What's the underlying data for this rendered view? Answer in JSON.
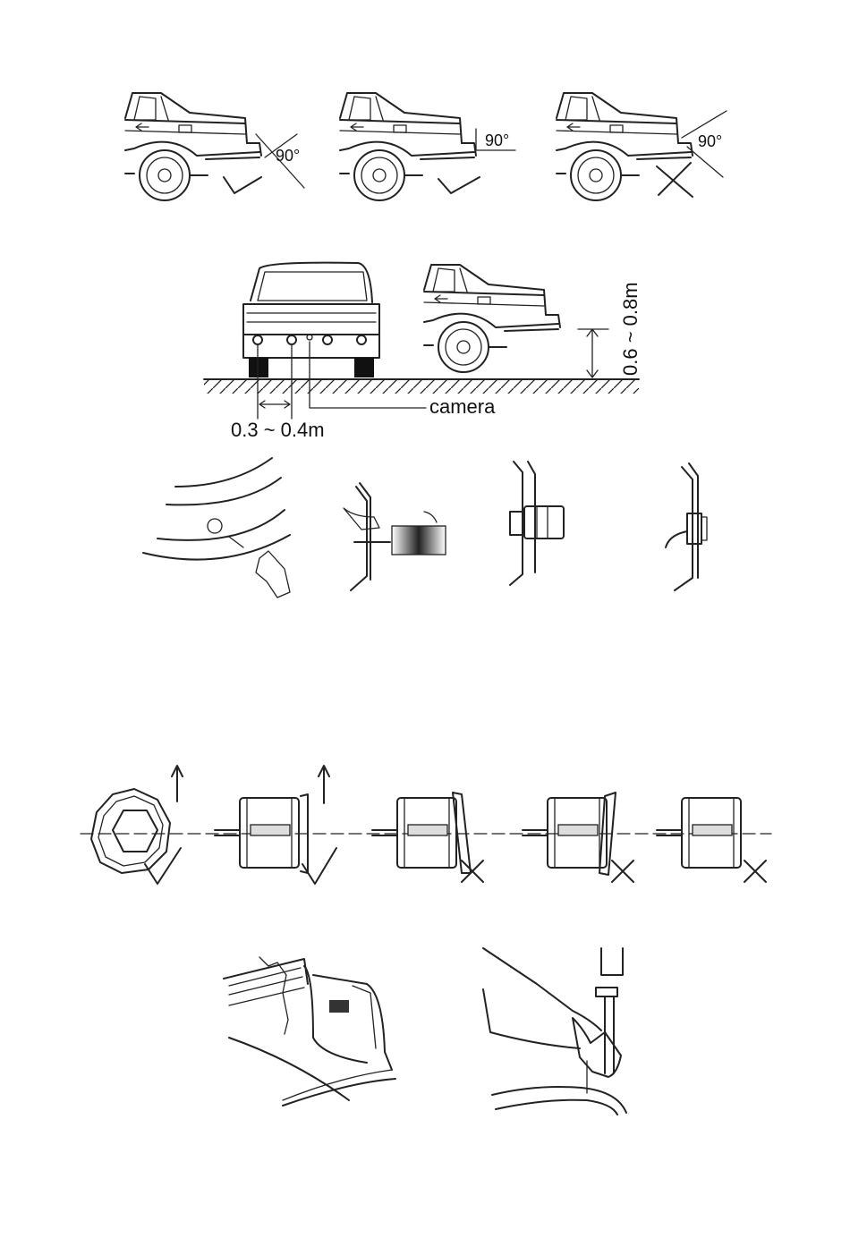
{
  "angle_panels": [
    {
      "angle_label": "90°",
      "verdict": "check"
    },
    {
      "angle_label": "90°",
      "verdict": "check"
    },
    {
      "angle_label": "90°",
      "verdict": "cross"
    }
  ],
  "placement": {
    "height_label": "0.6 ~ 0.8m",
    "spacing_label": "0.3 ~ 0.4m",
    "camera_label": "camera"
  },
  "sensor_orientation": {
    "verdicts": [
      "check",
      "check",
      "cross",
      "cross",
      "cross"
    ]
  }
}
